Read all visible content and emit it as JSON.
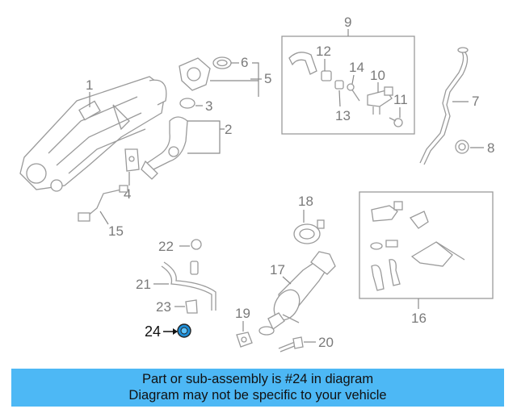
{
  "diagram": {
    "labels": {
      "l1": "1",
      "l2": "2",
      "l3": "3",
      "l4": "4",
      "l5": "5",
      "l6": "6",
      "l7": "7",
      "l8": "8",
      "l9": "9",
      "l10": "10",
      "l11": "11",
      "l12": "12",
      "l13": "13",
      "l14": "14",
      "l15": "15",
      "l16": "16",
      "l17": "17",
      "l18": "18",
      "l19": "19",
      "l20": "20",
      "l21": "21",
      "l22": "22",
      "l23": "23",
      "l24": "24"
    },
    "highlight_color": "#1e8ed8"
  },
  "banner": {
    "line1": "Part or sub-assembly is #24 in diagram",
    "line2": "Diagram may not be specific to your vehicle",
    "background": "#4db8f5"
  }
}
